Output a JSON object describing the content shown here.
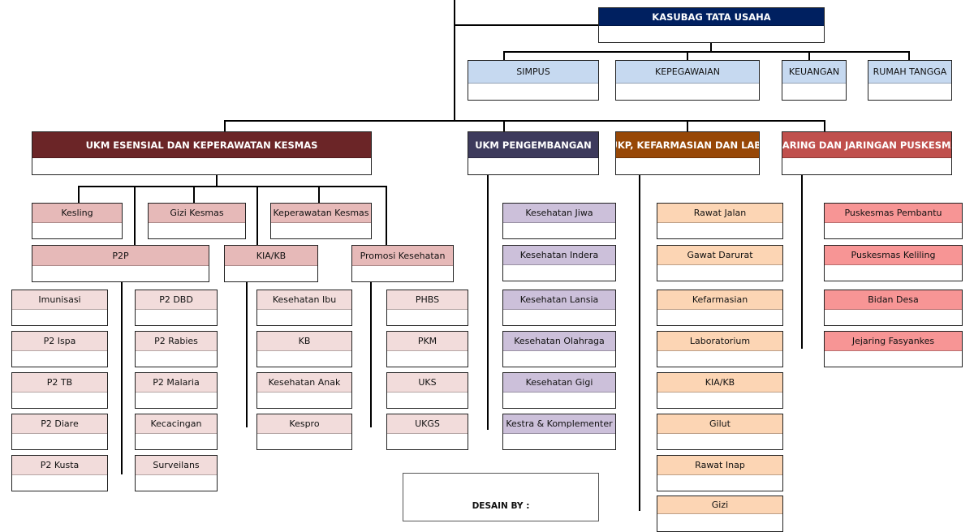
{
  "colors": {
    "navy": "#002060",
    "maroon": "#6b2527",
    "purple_dark": "#3d3a5c",
    "brown": "#974706",
    "red_dark": "#c0504d",
    "sky": "#c6d9f0",
    "pink": "#e6b9b8",
    "pink_light": "#f2dcdb",
    "lavender": "#ccc0da",
    "peach": "#fcd5b4",
    "salmon": "#f79595"
  },
  "header": {
    "title": "KASUBAG TATA USAHA"
  },
  "tata_usaha_units": [
    "SIMPUS",
    "KEPEGAWAIAN",
    "KEUANGAN",
    "RUMAH TANGGA"
  ],
  "ukm_esensial": {
    "title": "UKM ESENSIAL DAN KEPERAWATAN KESMAS",
    "top_units": [
      "Kesling",
      "Gizi Kesmas",
      "Keperawatan Kesmas"
    ],
    "p2p": {
      "title": "P2P",
      "left": [
        "Imunisasi",
        "P2 Ispa",
        "P2 TB",
        "P2 Diare",
        "P2 Kusta"
      ],
      "right": [
        "P2 DBD",
        "P2 Rabies",
        "P2 Malaria",
        "Kecacingan",
        "Surveilans"
      ]
    },
    "kia_kb": {
      "title": "KIA/KB",
      "items": [
        "Kesehatan Ibu",
        "KB",
        "Kesehatan Anak",
        "Kespro"
      ]
    },
    "promkes": {
      "title": "Promosi Kesehatan",
      "items": [
        "PHBS",
        "PKM",
        "UKS",
        "UKGS"
      ]
    }
  },
  "ukm_pengembangan": {
    "title": "UKM PENGEMBANGAN",
    "items": [
      "Kesehatan Jiwa",
      "Kesehatan Indera",
      "Kesehatan Lansia",
      "Kesehatan Olahraga",
      "Kesehatan Gigi",
      "Kestra & Komplementer"
    ]
  },
  "ukp": {
    "title": "UKP, KEFARMASIAN DAN LAB.",
    "items": [
      "Rawat Jalan",
      "Gawat Darurat",
      "Kefarmasian",
      "Laboratorium",
      "KIA/KB",
      "Gilut",
      "Rawat Inap",
      "Gizi"
    ]
  },
  "jejaring": {
    "title": "JEJARING DAN JARINGAN PUSKESMAS",
    "items": [
      "Puskesmas Pembantu",
      "Puskesmas Keliling",
      "Bidan Desa",
      "Jejaring Fasyankes"
    ]
  },
  "credit": {
    "label": "DESAIN BY :"
  }
}
